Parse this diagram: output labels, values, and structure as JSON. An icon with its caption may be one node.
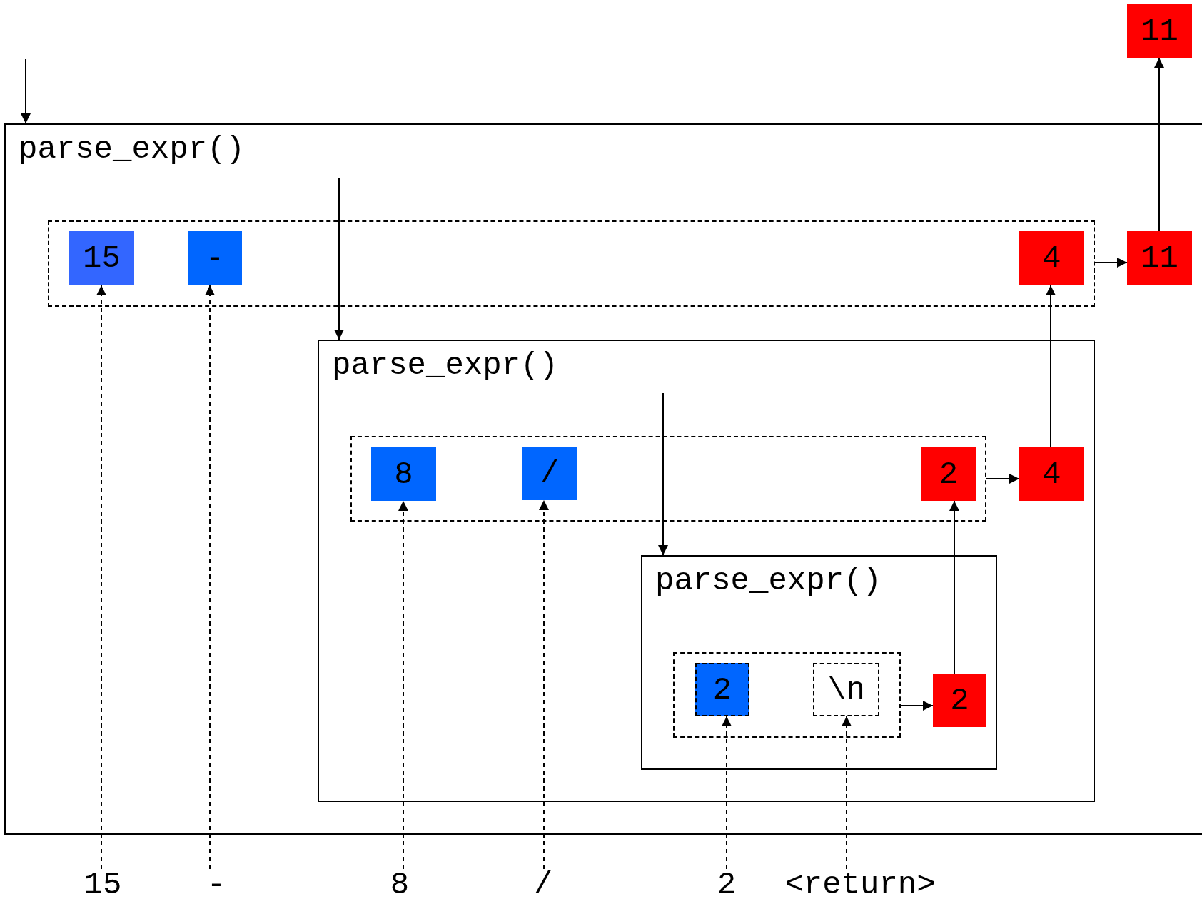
{
  "diagram": {
    "nodes": [
      {
        "text": [
          "11"
        ]
      },
      {
        "text": [
          "parse_expr()"
        ]
      },
      {
        "text": [],
        "shape": "box",
        "in": 1
      },
      {
        "text": [
          "15"
        ],
        "in": 2
      },
      {
        "text": [
          "-"
        ],
        "in": 2
      },
      {
        "text": [
          "4"
        ],
        "in": 2
      },
      {
        "text": [
          "11"
        ],
        "in": 1
      },
      {
        "text": [
          "parse_expr()"
        ],
        "in": 1
      },
      {
        "text": [],
        "shape": "box",
        "in": 7
      },
      {
        "text": [
          "8"
        ],
        "in": 8
      },
      {
        "text": [
          "/"
        ],
        "in": 8
      },
      {
        "text": [
          "2"
        ],
        "in": 8
      },
      {
        "text": [
          "4"
        ],
        "in": 7
      },
      {
        "text": [
          "parse_expr()"
        ],
        "in": 7
      },
      {
        "text": [],
        "shape": "box",
        "in": 13
      },
      {
        "text": [
          "2"
        ],
        "in": 14
      },
      {
        "text": [
          "\\n"
        ],
        "in": 14
      },
      {
        "text": [
          "2"
        ],
        "in": 13
      },
      {
        "text": [
          "15"
        ]
      },
      {
        "text": [
          "-"
        ]
      },
      {
        "text": [
          "8"
        ]
      },
      {
        "text": [
          "/"
        ]
      },
      {
        "text": [
          "2"
        ]
      },
      {
        "text": [
          "<return>"
        ]
      }
    ],
    "edges": [
      {
        "from": null,
        "to": 1,
        "arrow": "to"
      },
      {
        "from": null,
        "to": 7,
        "arrow": "to"
      },
      {
        "from": null,
        "to": 13,
        "arrow": "to"
      },
      {
        "from": 18,
        "to": 3,
        "arrow": "to",
        "style": "dashed"
      },
      {
        "from": 19,
        "to": 4,
        "arrow": "to",
        "style": "dashed"
      },
      {
        "from": 20,
        "to": 9,
        "arrow": "to",
        "style": "dashed"
      },
      {
        "from": 21,
        "to": 10,
        "arrow": "to",
        "style": "dashed"
      },
      {
        "from": 22,
        "to": 15,
        "arrow": "to",
        "style": "dashed"
      },
      {
        "from": 23,
        "to": 16,
        "arrow": "to",
        "style": "dashed"
      },
      {
        "from": 14,
        "to": 17,
        "arrow": "to"
      },
      {
        "from": 17,
        "to": 11,
        "arrow": "to"
      },
      {
        "from": 8,
        "to": 12,
        "arrow": "to"
      },
      {
        "from": 12,
        "to": 5,
        "arrow": "to"
      },
      {
        "from": 2,
        "to": 6,
        "arrow": "to"
      },
      {
        "from": 6,
        "to": 0,
        "arrow": "to"
      }
    ]
  }
}
